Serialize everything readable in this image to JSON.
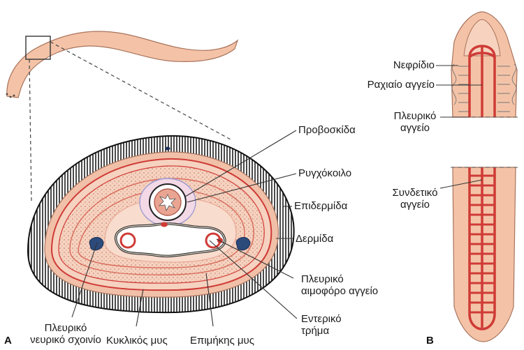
{
  "panels": {
    "a": "A",
    "b": "B"
  },
  "labels": {
    "proboscis": "Προβοσκίδα",
    "rhynchocoel": "Ρυγχόκοιλο",
    "epidermis": "Επιδερμίδα",
    "dermis": "Δερμίδα",
    "lateral_vessel_1": "Πλευρικό",
    "lateral_vessel_2": "αιμοφόρο αγγείο",
    "gut_1": "Εντερικό",
    "gut_2": "τρήμα",
    "lateral_nerve_1": "Πλευρικό",
    "lateral_nerve_2": "νευρικό σχοινίο",
    "circular_muscle": "Κυκλικός μυς",
    "longitudinal_muscle": "Επιμήκης μυς",
    "nephridium": "Νεφρίδιο",
    "dorsal_vessel": "Ραχιαίο αγγείο",
    "lateral_b_1": "Πλευρικό",
    "lateral_b_2": "αγγείο",
    "connective_1": "Συνδετικό",
    "connective_2": "αγγείο"
  },
  "colors": {
    "body": "#f4c3a7",
    "body_edge": "#b9826a",
    "vessel": "#cf3b36",
    "epidermis_dark": "#2a2a2a",
    "nerve": "#2c4a7a",
    "inner_ring": "#e8a391"
  }
}
